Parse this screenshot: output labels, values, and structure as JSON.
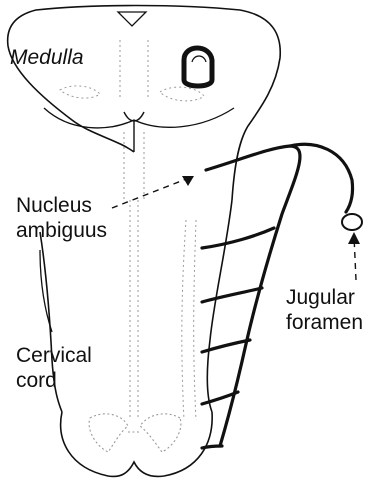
{
  "labels": {
    "medulla": "Medulla",
    "nucleus_line1": "Nucleus",
    "nucleus_line2": "ambiguus",
    "jugular_line1": "Jugular",
    "jugular_line2": "foramen",
    "cervical_line1": "Cervical",
    "cervical_line2": "cord"
  },
  "colors": {
    "ink": "#111111",
    "stipple": "#9a9a9a",
    "background": "#ffffff"
  },
  "nerve_root_count": 5
}
